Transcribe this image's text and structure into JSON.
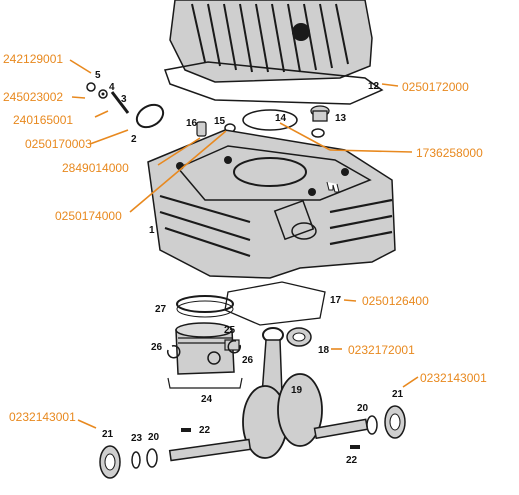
{
  "part_numbers": {
    "p242129001": "242129001",
    "p245023002": "245023002",
    "p240165001": "240165001",
    "p0250170003": "0250170003",
    "p2849014000": "2849014000",
    "p0250174000": "0250174000",
    "p0250172000": "0250172000",
    "p1736258000": "1736258000",
    "p0250126400": "0250126400",
    "p0232172001": "0232172001",
    "p0232143001_right": "0232143001",
    "p0232143001_left": "0232143001"
  },
  "callouts": {
    "c1": "1",
    "c2": "2",
    "c3": "3",
    "c4": "4",
    "c5": "5",
    "c12": "12",
    "c13": "13",
    "c14": "14",
    "c15": "15",
    "c16": "16",
    "c17": "17",
    "c18": "18",
    "c19": "19",
    "c20a": "20",
    "c20b": "20",
    "c21a": "21",
    "c21b": "21",
    "c22a": "22",
    "c22b": "22",
    "c23": "23",
    "c24": "24",
    "c25": "25",
    "c26a": "26",
    "c26b": "26",
    "c27": "27"
  },
  "colors": {
    "accent": "#e8891f",
    "ink": "#1a1a1a"
  }
}
